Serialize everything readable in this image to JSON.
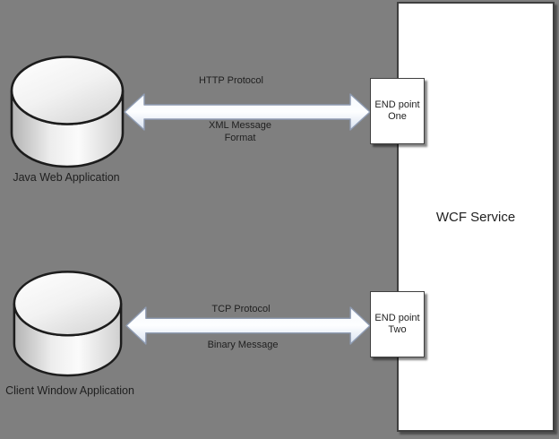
{
  "colors": {
    "background": "#7f7f7f",
    "text": "#1f1f1f",
    "box_fill": "#ffffff",
    "box_border": "#3f3f3f",
    "arrow_stroke": "#8f9cb3",
    "shape_stroke": "#1c1c1c"
  },
  "service": {
    "label": "WCF Service"
  },
  "endpoints": [
    {
      "label_line1": "END point",
      "label_line2": "One"
    },
    {
      "label_line1": "END point",
      "label_line2": "Two"
    }
  ],
  "clients": [
    {
      "label": "Java Web Application"
    },
    {
      "label": "Client Window Application"
    }
  ],
  "connections": [
    {
      "protocol": "HTTP Protocol",
      "message_line1": "XML Message",
      "message_line2": "Format"
    },
    {
      "protocol": "TCP Protocol",
      "message_line1": "Binary Message",
      "message_line2": ""
    }
  ]
}
